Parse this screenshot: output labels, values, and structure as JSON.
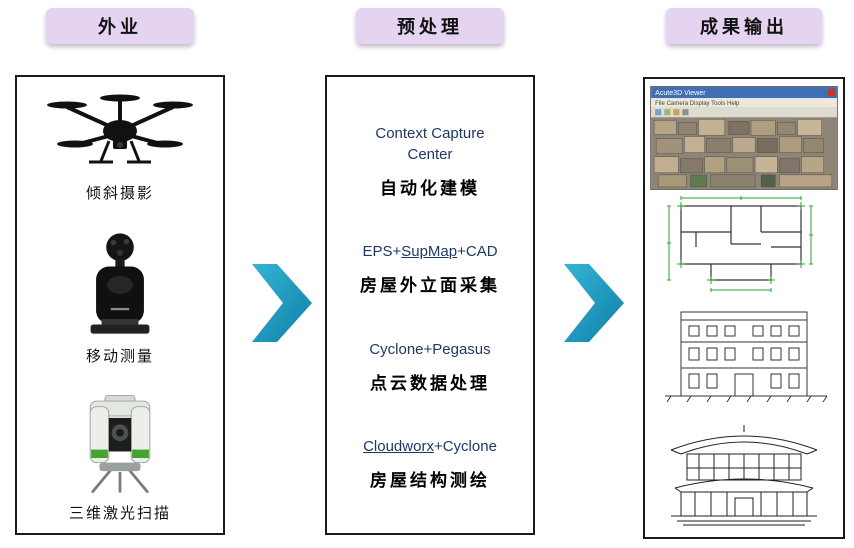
{
  "columns": {
    "field": {
      "header": "外业",
      "items": [
        {
          "label": "倾斜摄影",
          "image": "oblique-photography-drone"
        },
        {
          "label": "移动测量",
          "image": "mobile-mapping-backpack"
        },
        {
          "label": "三维激光扫描",
          "image": "terrestrial-laser-scanner"
        }
      ]
    },
    "preprocess": {
      "header": "预处理",
      "steps": [
        {
          "tool_before": "Context Capture Center",
          "tool_underline": "",
          "tool_after": "",
          "task": "自动化建模"
        },
        {
          "tool_before": "EPS+",
          "tool_underline": "SupMap",
          "tool_after": "+CAD",
          "task": "房屋外立面采集"
        },
        {
          "tool_before": "Cyclone+Pegasus",
          "tool_underline": "",
          "tool_after": "",
          "task": "点云数据处理"
        },
        {
          "tool_before": "",
          "tool_underline": "Cloudworx",
          "tool_after": "+Cyclone",
          "task": "房屋结构测绘"
        }
      ]
    },
    "output": {
      "header": "成果输出",
      "items": [
        {
          "image": "acute3d-model-screenshot",
          "window_title": "Acute3D Viewer",
          "window_menu": "File  Camera  Display  Tools  Help"
        },
        {
          "image": "cad-floor-plan"
        },
        {
          "image": "cad-building-elevation"
        },
        {
          "image": "cad-heritage-facade"
        }
      ]
    }
  },
  "colors": {
    "header_bg": "#e4d4f1",
    "arrow_light": "#35b5d6",
    "arrow_dark": "#0f7ea6",
    "tool_text": "#1f3864",
    "box_border": "#1a1a1a"
  }
}
